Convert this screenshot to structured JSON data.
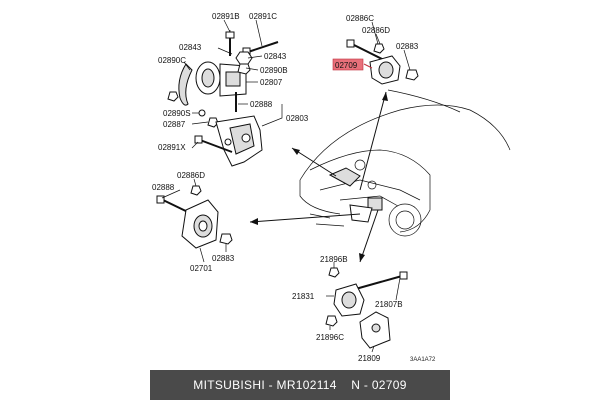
{
  "labels": {
    "l02891B": "02891B",
    "l02891C": "02891C",
    "l02843a": "02843",
    "l02843b": "02843",
    "l02890C": "02890C",
    "l02890B": "02890B",
    "l02807": "02807",
    "l02888": "02888",
    "l02803": "02803",
    "l02890S": "02890S",
    "l02887": "02887",
    "l02891X": "02891X",
    "l02886C": "02886C",
    "l02886Da": "02886D",
    "l02883a": "02883",
    "l02709": "02709",
    "l02886Db": "02886D",
    "l02888b": "02888",
    "l02883b": "02883",
    "l02701": "02701",
    "l21896B": "21896B",
    "l21831": "21831",
    "l21807B": "21807B",
    "l21896C": "21896C",
    "l21809": "21809",
    "ref": "3AA1A72"
  },
  "footer": {
    "brand": "MITSUBISHI",
    "sep": " - ",
    "part_no": "MR102114",
    "ref_no": "N - 02709"
  },
  "colors": {
    "highlight": "#e8707a",
    "footer_bg": "#4a4a4a"
  }
}
